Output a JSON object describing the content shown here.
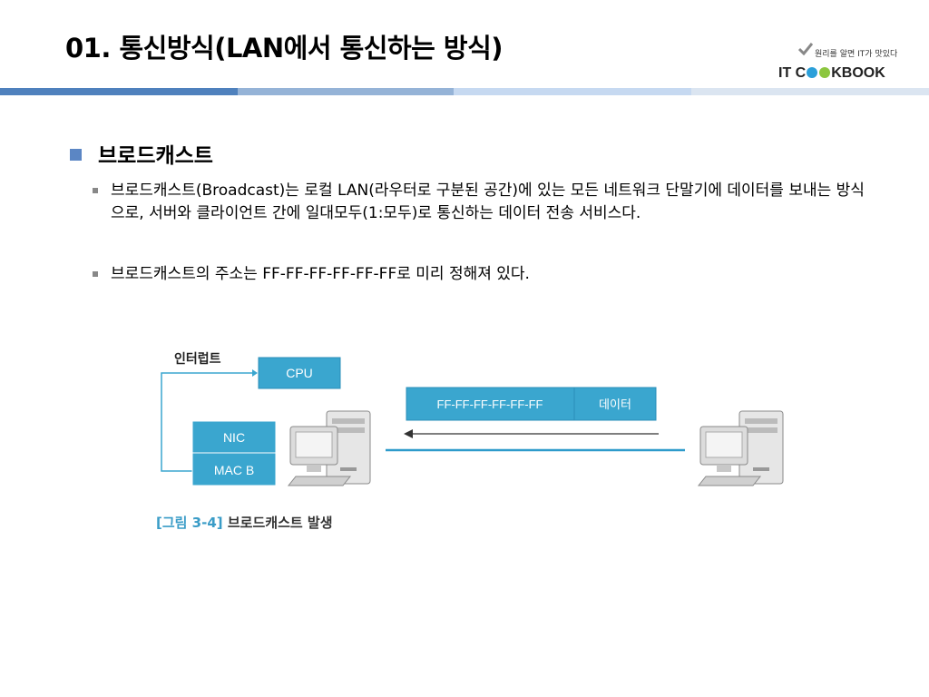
{
  "slide": {
    "title": "01. 통신방식(LAN에서 통신하는 방식)",
    "heading": "브로드캐스트",
    "paragraphs": [
      "브로드캐스트(Broadcast)는 로컬 LAN(라우터로 구분된 공간)에 있는 모든 네트워크 단말기에 데이터를 보내는 방식으로, 서버와 클라이언트 간에 일대모두(1:모두)로 통신하는 데이터 전송 서비스다.",
      "브로드캐스트의 주소는 FF-FF-FF-FF-FF-FF로 미리 정해져 있다."
    ]
  },
  "logo": {
    "tagline": "원리를 알면 IT가 맛있다",
    "brand_left": "IT C",
    "brand_right": "KBOOK"
  },
  "colors": {
    "accent": "#5b86c4",
    "bar1": "#4f81bd",
    "bar2": "#95b3d7",
    "bar3": "#c6d9f1",
    "bar4": "#dbe5f1",
    "box": "#3aa6cf",
    "arrow_line": "#2e9bcb"
  },
  "diagram": {
    "interrupt_label": "인터럽트",
    "cpu_label": "CPU",
    "nic_label": "NIC",
    "mac_label": "MAC B",
    "frame_address": "FF-FF-FF-FF-FF-FF",
    "frame_data": "데이터"
  },
  "caption": {
    "number": "[그림 3-4]",
    "text": "브로드캐스트 발생"
  }
}
